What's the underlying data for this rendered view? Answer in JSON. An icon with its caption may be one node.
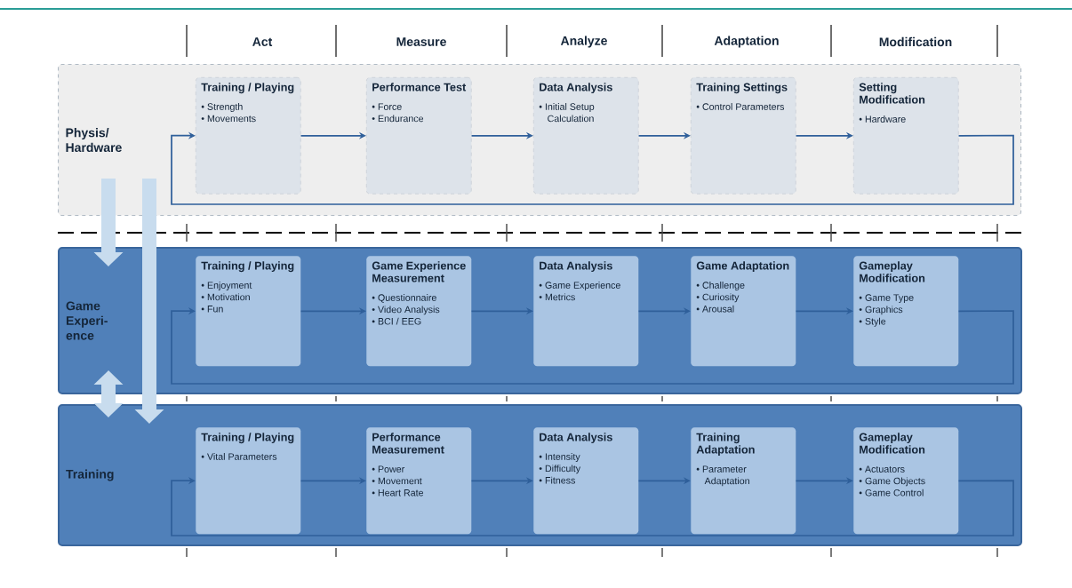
{
  "diagram": {
    "nodes": [
      {
        "text": [
          "Physis/ Hardware"
        ]
      },
      {
        "text": [
          "Training / Playing",
          "• Strength",
          "• Movements"
        ],
        "in": 0
      },
      {
        "text": [
          "Performance Test",
          "• Force",
          "• Endurance"
        ],
        "in": 0
      },
      {
        "text": [
          "Data Analysis",
          "• Initial Setup Calculation"
        ],
        "in": 0
      },
      {
        "text": [
          "Training Settings",
          "• Control Parameters"
        ],
        "in": 0
      },
      {
        "text": [
          "Setting Modification",
          "• Hardware"
        ],
        "in": 0
      },
      {
        "text": [
          "Game Experi- ence"
        ]
      },
      {
        "text": [
          "Training / Playing",
          "• Enjoyment",
          "• Motivation",
          "• Fun"
        ],
        "in": 6
      },
      {
        "text": [
          "Game Experience Measurement",
          "• Questionnaire",
          "• Video Analysis",
          "• BCI / EEG"
        ],
        "in": 6
      },
      {
        "text": [
          "Data Analysis",
          "• Game Experience",
          "• Metrics"
        ],
        "in": 6
      },
      {
        "text": [
          "Game Adaptation",
          "• Challenge",
          "• Curiosity",
          "• Arousal"
        ],
        "in": 6
      },
      {
        "text": [
          "Gameplay Modification",
          "• Game Type",
          "• Graphics",
          "• Style"
        ],
        "in": 6
      },
      {
        "text": [
          "Training"
        ]
      },
      {
        "text": [
          "Training / Playing",
          "• Vital Parameters"
        ],
        "in": 12
      },
      {
        "text": [
          "Performance Measurement",
          "• Power",
          "• Movement",
          "• Heart Rate"
        ],
        "in": 12
      },
      {
        "text": [
          "Data Analysis",
          "• Intensity",
          "• Difficulty",
          "• Fitness"
        ],
        "in": 12
      },
      {
        "text": [
          "Training Adaptation",
          "• Parameter Adaptation"
        ],
        "in": 12
      },
      {
        "text": [
          "Gameplay Modification",
          "• Actuators",
          "• Game Objects",
          "• Game Control"
        ],
        "in": 12
      }
    ],
    "edges": [
      {
        "from": 1,
        "to": 2,
        "arrow": "to"
      },
      {
        "from": 2,
        "to": 3,
        "arrow": "to"
      },
      {
        "from": 3,
        "to": 4,
        "arrow": "to"
      },
      {
        "from": 4,
        "to": 5,
        "arrow": "to"
      },
      {
        "from": 5,
        "to": 1,
        "arrow": "to"
      },
      {
        "from": 7,
        "to": 8,
        "arrow": "to"
      },
      {
        "from": 8,
        "to": 9,
        "arrow": "to"
      },
      {
        "from": 9,
        "to": 10,
        "arrow": "to"
      },
      {
        "from": 10,
        "to": 11,
        "arrow": "to"
      },
      {
        "from": 11,
        "to": 7,
        "arrow": "to"
      },
      {
        "from": 13,
        "to": 14,
        "arrow": "to"
      },
      {
        "from": 14,
        "to": 15,
        "arrow": "to"
      },
      {
        "from": 15,
        "to": 16,
        "arrow": "to"
      },
      {
        "from": 16,
        "to": 17,
        "arrow": "to"
      },
      {
        "from": 17,
        "to": 13,
        "arrow": "to"
      },
      {
        "from": 0,
        "to": 6,
        "arrow": "to",
        "style": "thick",
        "color": "#c8dcee"
      },
      {
        "from": 0,
        "to": 12,
        "arrow": "to",
        "style": "thick",
        "color": "#c8dcee"
      },
      {
        "from": 6,
        "to": 12,
        "arrow": "both",
        "style": "thick",
        "color": "#c8dcee"
      }
    ],
    "labels": [
      "Act",
      "Measure",
      "Analyze",
      "Adaptation",
      "Modification"
    ]
  }
}
